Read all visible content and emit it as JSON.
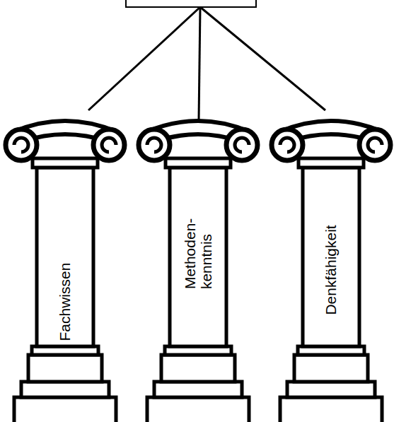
{
  "diagram": {
    "nodes": [
      {
        "text": [
          "Fachwissen"
        ]
      },
      {
        "text": [
          "Methoden- kenntnis"
        ]
      },
      {
        "text": [
          "Denkfähigkeit"
        ]
      }
    ]
  }
}
